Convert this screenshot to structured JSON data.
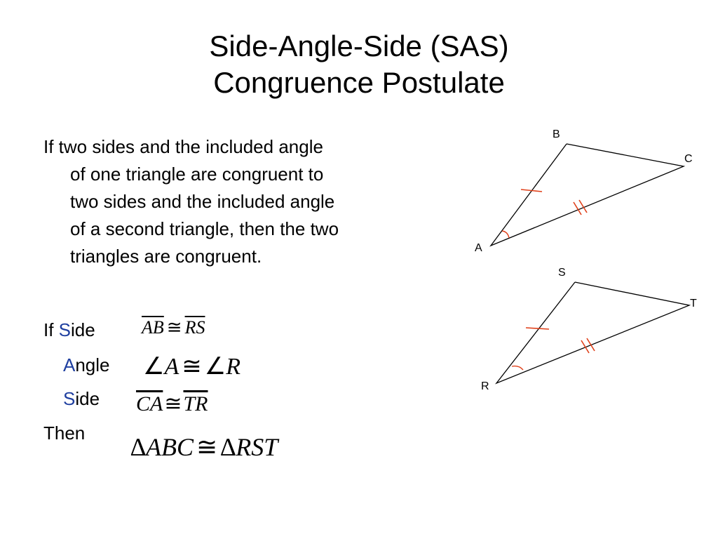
{
  "title_line1": "Side-Angle-Side (SAS)",
  "title_line2": "Congruence Postulate",
  "statement": [
    "If two sides and the included angle",
    "of one triangle are congruent to",
    "two sides and the included angle",
    "of a second triangle, then the two",
    "triangles are congruent."
  ],
  "steps": {
    "if_prefix": "If ",
    "side1_letter": "S",
    "side1_rest": "ide",
    "angle_letter": "A",
    "angle_rest": "ngle",
    "side2_letter": "S",
    "side2_rest": "ide",
    "then_label": "Then"
  },
  "math": {
    "seg1_left": "AB",
    "seg1_right": "RS",
    "angle_left": "A",
    "angle_right": "R",
    "seg2_left": "CA",
    "seg2_right": "TR",
    "concl_left": "ABC",
    "concl_right": "RST",
    "congruent": "≅",
    "angle_sym": "∠",
    "triangle_sym": "∆"
  },
  "triangle1": {
    "label_a": "A",
    "label_b": "B",
    "label_c": "C"
  },
  "triangle2": {
    "label_r": "R",
    "label_s": "S",
    "label_t": "T"
  },
  "colors": {
    "accent": "#1f3fa0",
    "tick": "#e0401a"
  }
}
